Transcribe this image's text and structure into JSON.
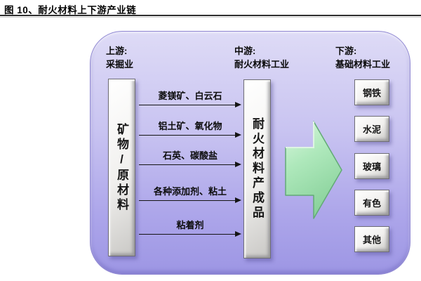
{
  "figure": {
    "title": "图 10、耐火材料上下游产业链"
  },
  "diagram": {
    "columns": [
      {
        "stage": "上游:",
        "industry": "采掘业"
      },
      {
        "stage": "中游:",
        "industry": "耐火材料工业"
      },
      {
        "stage": "下游:",
        "industry": "基础材料工业"
      }
    ],
    "upstream_bar": "矿物/原材料",
    "midstream_bar": "耐火材料产成品",
    "flows": [
      "菱镁矿、白云石",
      "铝土矿、氧化物",
      "石英、碳酸盐",
      "各种添加剂、粘土",
      "粘着剂"
    ],
    "downstream_sectors": [
      "钢铁",
      "水泥",
      "玻璃",
      "有色",
      "其他"
    ],
    "colors": {
      "panel_top": "#dedbf6",
      "panel_bottom": "#9d96e4",
      "panel_border": "#8f87d2",
      "bar_fill": "#f1f0ee",
      "green_arrow_fill": "#aee8bb",
      "green_arrow_stroke": "#62aa76",
      "flow_line": "#151515",
      "title_rule": "#2e2e2e"
    }
  }
}
